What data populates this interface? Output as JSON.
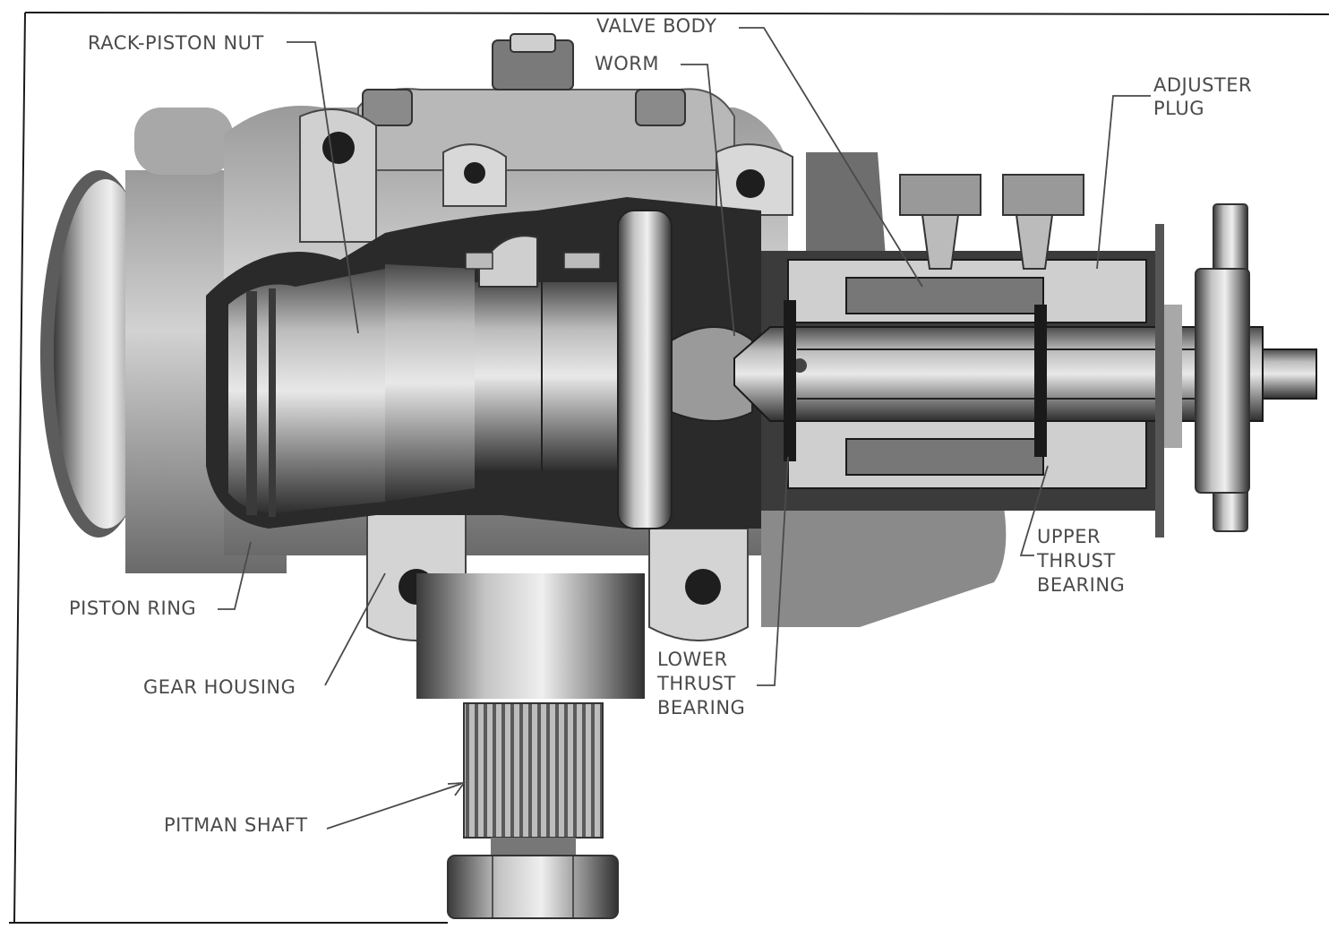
{
  "labels": {
    "rack_piston_nut": "RACK-PISTON NUT",
    "valve_body": "VALVE BODY",
    "worm": "WORM",
    "adjuster_plug": [
      "ADJUSTER",
      "PLUG"
    ],
    "piston_ring": "PISTON RING",
    "gear_housing": "GEAR HOUSING",
    "pitman_shaft": "PITMAN SHAFT",
    "lower_thrust_bearing": [
      "LOWER",
      "THRUST",
      "BEARING"
    ],
    "upper_thrust_bearing": [
      "UPPER",
      "THRUST",
      "BEARING"
    ]
  }
}
